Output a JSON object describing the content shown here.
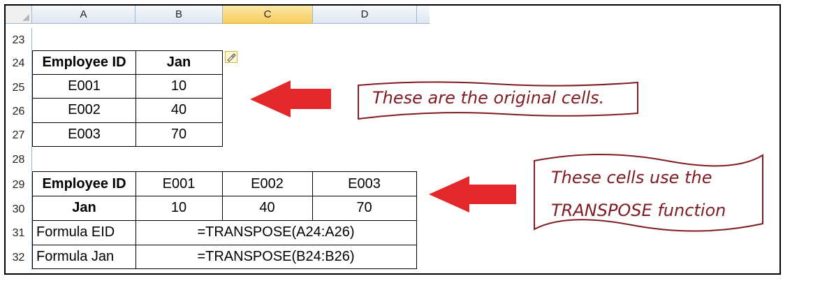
{
  "column_headers": [
    "A",
    "B",
    "C",
    "D"
  ],
  "row_headers": [
    "23",
    "24",
    "25",
    "26",
    "27",
    "28",
    "29",
    "30",
    "31",
    "32"
  ],
  "table1": {
    "header": [
      "Employee ID",
      "Jan"
    ],
    "rows": [
      [
        "E001",
        "10"
      ],
      [
        "E002",
        "40"
      ],
      [
        "E003",
        "70"
      ]
    ]
  },
  "table2": {
    "row1": [
      "Employee ID",
      "E001",
      "E002",
      "E003"
    ],
    "row2": [
      "Jan",
      "10",
      "40",
      "70"
    ],
    "formula_rows": [
      {
        "label": "Formula EID",
        "formula": "=TRANSPOSE(A24:A26)"
      },
      {
        "label": "Formula Jan",
        "formula": "=TRANSPOSE(B24:B26)"
      }
    ]
  },
  "callouts": {
    "original": "These are the original cells.",
    "transpose_line1": "These cells use the",
    "transpose_line2": "TRANSPOSE function"
  },
  "icons": {
    "paste_options": "paintbrush-icon",
    "arrow": "left-arrow-icon"
  },
  "colors": {
    "arrow": "#e3282c",
    "callout_border": "#7f1c24",
    "callout_text": "#7f1c24",
    "selected_header": "#f7cc5c"
  }
}
